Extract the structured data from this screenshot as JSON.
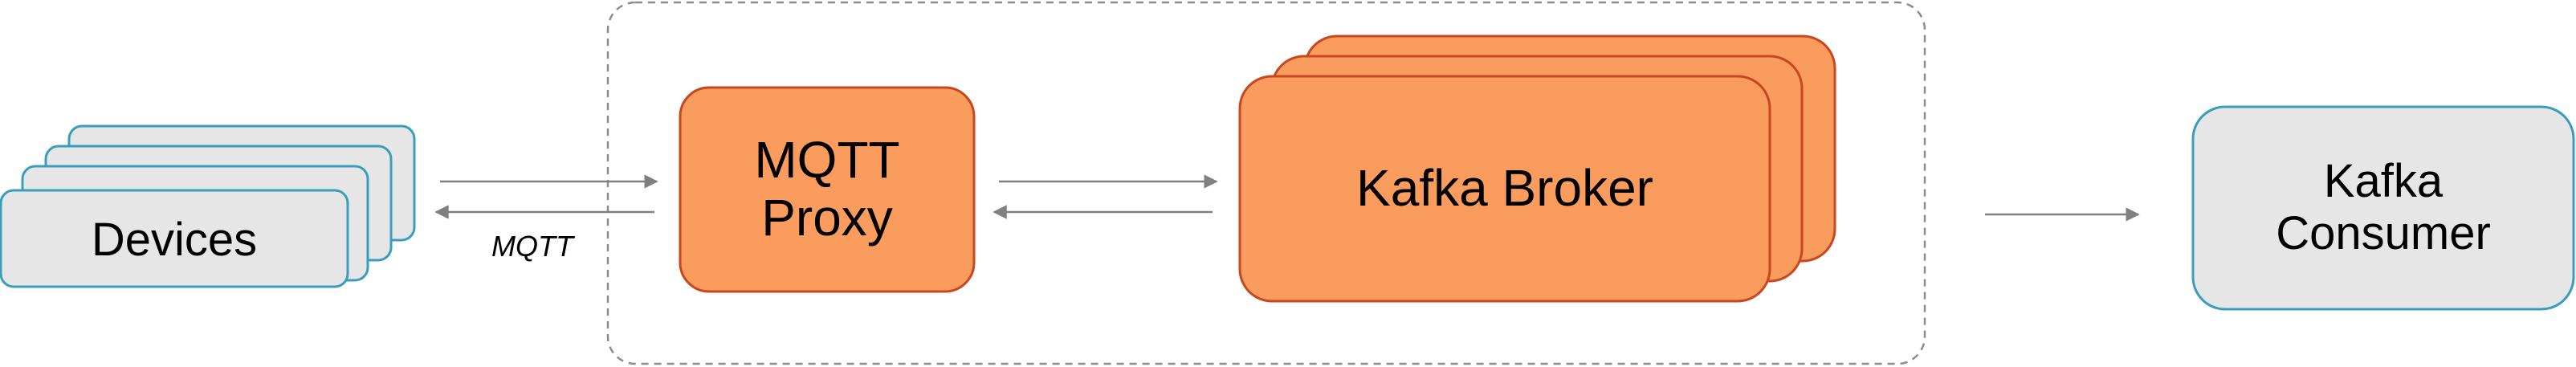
{
  "nodes": {
    "devices": {
      "label": "Devices"
    },
    "mqtt_proxy": {
      "line1": "MQTT",
      "line2": "Proxy"
    },
    "kafka_broker": {
      "label": "Kafka Broker"
    },
    "kafka_consumer": {
      "line1": "Kafka",
      "line2": "Consumer"
    }
  },
  "edges": {
    "devices_proxy": {
      "label": "MQTT"
    }
  },
  "colors": {
    "orange_fill": "#FB9C5F",
    "orange_stroke": "#C9471F",
    "gray_fill": "#E6E6E6",
    "teal_stroke": "#3A9DBB",
    "arrow": "#808080",
    "dashed_border": "#8C8C8C"
  }
}
